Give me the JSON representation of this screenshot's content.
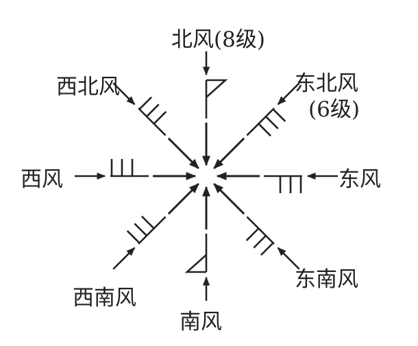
{
  "labels": {
    "north": "北风(8级)",
    "northwest": "西北风",
    "northeast": "东北风",
    "northeast_grade": "(6级)",
    "west": "西风",
    "east": "东风",
    "southwest": "西南风",
    "south": "南风",
    "southeast": "东南风"
  },
  "winds": [
    {
      "direction": "N",
      "symbol": "flag"
    },
    {
      "direction": "NE",
      "symbol": "barbs",
      "barbs": 3
    },
    {
      "direction": "E",
      "symbol": "barbs",
      "barbs": 3
    },
    {
      "direction": "SE",
      "symbol": "barbs",
      "barbs": 3
    },
    {
      "direction": "S",
      "symbol": "flag"
    },
    {
      "direction": "SW",
      "symbol": "barbs",
      "barbs": 3
    },
    {
      "direction": "W",
      "symbol": "barbs",
      "barbs": 3
    },
    {
      "direction": "NW",
      "symbol": "barbs",
      "barbs": 3
    }
  ],
  "colors": {
    "ink": "#222222",
    "background": "#ffffff"
  }
}
